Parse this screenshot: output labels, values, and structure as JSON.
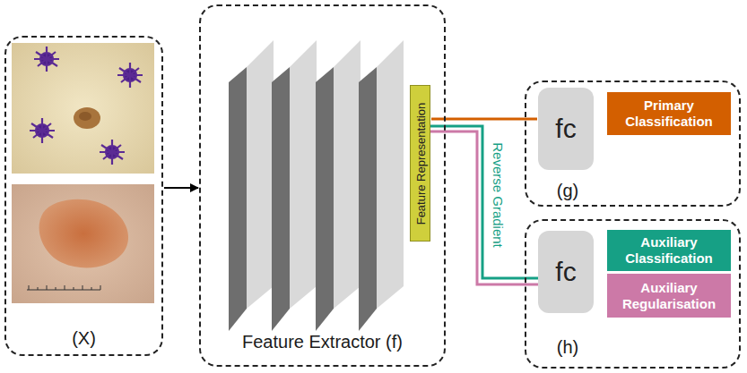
{
  "diagram": {
    "nodes": [
      {
        "text": [
          "(X)"
        ]
      },
      {
        "text": [
          "Feature Extractor (f)"
        ]
      },
      {
        "text": [
          "Feature Representation"
        ],
        "in": 1
      },
      {
        "text": [
          "(g)"
        ]
      },
      {
        "text": [
          "fc"
        ],
        "in": 3
      },
      {
        "text": [
          "Primary Classification"
        ],
        "in": 3
      },
      {
        "text": [
          "(h)"
        ]
      },
      {
        "text": [
          "fc"
        ],
        "in": 6
      },
      {
        "text": [
          "Auxiliary Classification"
        ],
        "in": 6
      },
      {
        "text": [
          "Auxiliary Regularisation"
        ],
        "in": 6
      }
    ],
    "edges": [
      {
        "from": 0,
        "to": 1,
        "arrow": "to"
      },
      {
        "from": 2,
        "to": 4,
        "arrow": "none"
      },
      {
        "from": 2,
        "to": 7,
        "label": "Reverse Gradient",
        "arrow": "none"
      },
      {
        "from": 2,
        "to": 7,
        "arrow": "none"
      }
    ]
  }
}
